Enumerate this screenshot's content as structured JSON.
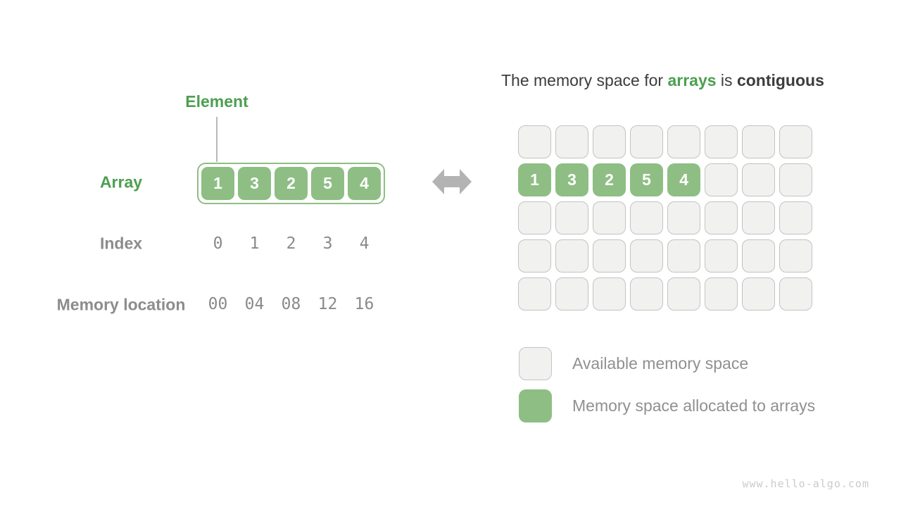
{
  "colors": {
    "green_fill": "#8ebe84",
    "green_text": "#4d9f51",
    "dark_text": "#3c3c3c",
    "gray_label_text": "#8c8c8c",
    "mono_number_text": "#8a8a8a",
    "available_cell_bg": "#f1f1f0",
    "available_cell_border": "#c3c3c3",
    "arrow": "#b3b3b3",
    "watermark": "#cbcbcb"
  },
  "left": {
    "element_label": "Element",
    "array_label": "Array",
    "array_values": [
      "1",
      "3",
      "2",
      "5",
      "4"
    ],
    "index_label": "Index",
    "index_values": [
      "0",
      "1",
      "2",
      "3",
      "4"
    ],
    "memory_label": "Memory location",
    "memory_values": [
      "00",
      "04",
      "08",
      "12",
      "16"
    ]
  },
  "right": {
    "title_prefix": "The memory space for ",
    "title_green": "arrays",
    "title_mid": " is ",
    "title_bold": "contiguous",
    "grid": {
      "cols": 8,
      "rows": 5,
      "allocated_row": 1,
      "allocated_values": [
        "1",
        "3",
        "2",
        "5",
        "4"
      ]
    },
    "legend": [
      {
        "swatch": "available",
        "label": "Available memory space"
      },
      {
        "swatch": "allocated",
        "label": "Memory space allocated to arrays"
      }
    ]
  },
  "watermark": "www.hello-algo.com"
}
